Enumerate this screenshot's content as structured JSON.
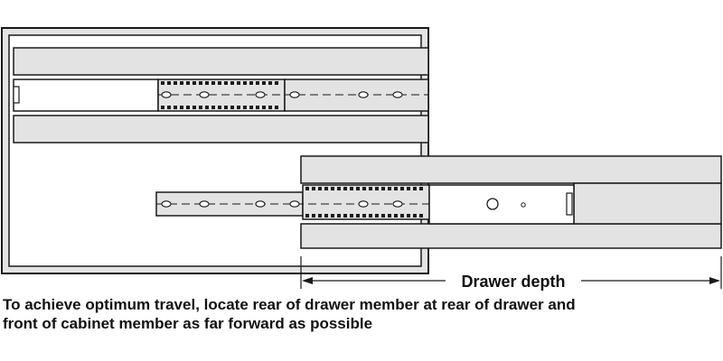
{
  "figure": {
    "dimension_label": "Drawer depth",
    "caption_lines": [
      "To achieve optimum travel, locate rear of drawer member at rear of drawer and",
      "front of cabinet member as far forward as possible"
    ]
  },
  "colors": {
    "outline": "#1a1a1a",
    "panel_fill": "#e3e3e3",
    "cabinet_fill": "#ffffff",
    "rail_fill": "#e3e3e3",
    "text": "#111111"
  }
}
